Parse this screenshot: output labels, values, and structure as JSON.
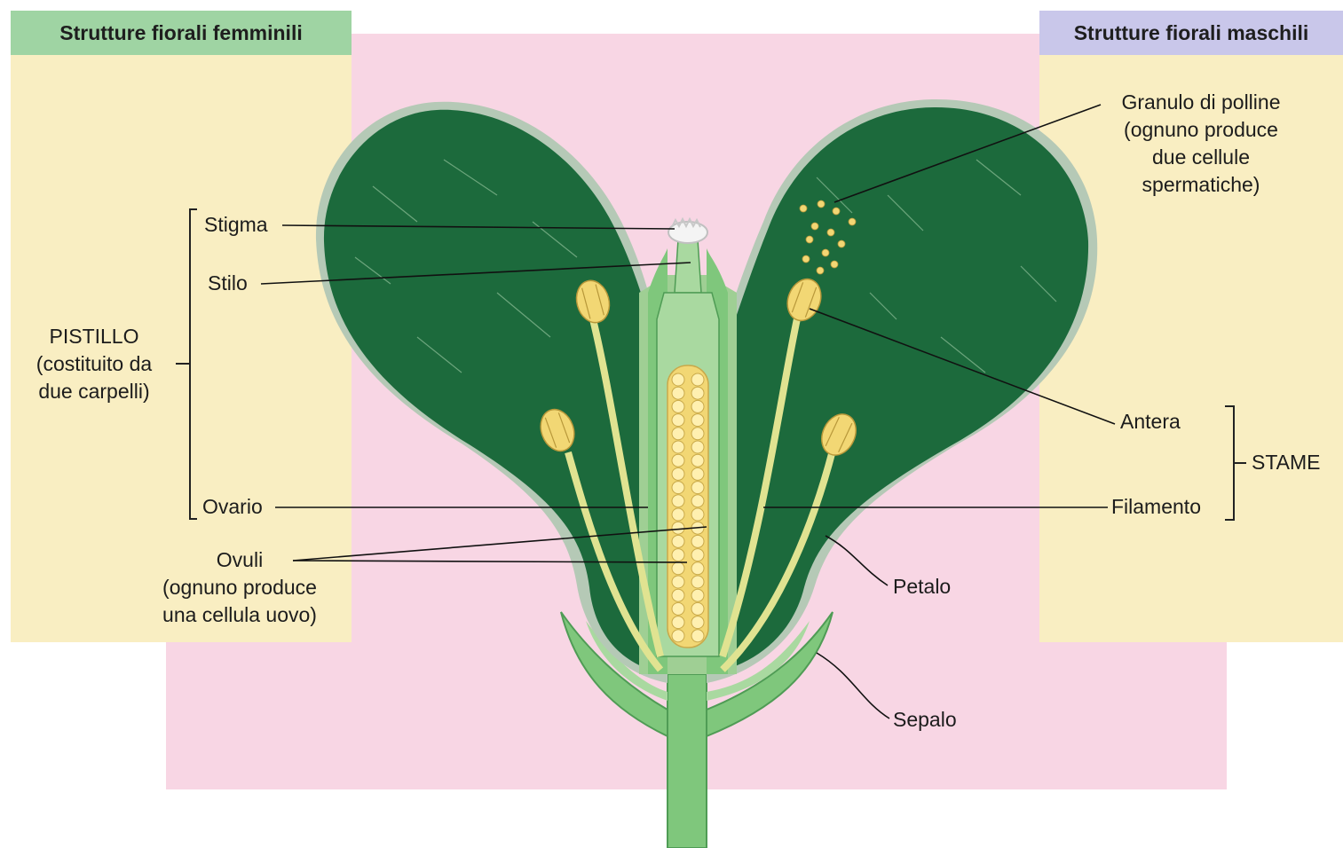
{
  "panels": {
    "female_header": "Strutture fiorali femminili",
    "male_header": "Strutture fiorali maschili"
  },
  "labels": {
    "stigma": "Stigma",
    "stilo": "Stilo",
    "pistillo": "PISTILLO\n(costituito da\ndue carpelli)",
    "ovario": "Ovario",
    "ovuli": "Ovuli\n(ognuno produce\nuna cellula uovo)",
    "granulo": "Granulo di polline\n(ognuno produce\ndue cellule\nspermatiche)",
    "antera": "Antera",
    "stame": "STAME",
    "filamento": "Filamento",
    "petalo": "Petalo",
    "sepalo": "Sepalo"
  },
  "colors": {
    "female_panel": "#f9eec2",
    "female_header": "#9fd4a3",
    "male_panel": "#f9eec2",
    "male_header": "#c9c7ea",
    "center_background": "#f8d6e4",
    "petal": "#1c6a3c",
    "petal_edge": "#b5c9b6",
    "stem": "#7fc77c",
    "filament": "#e0e391",
    "ovule": "#fff0b0"
  }
}
